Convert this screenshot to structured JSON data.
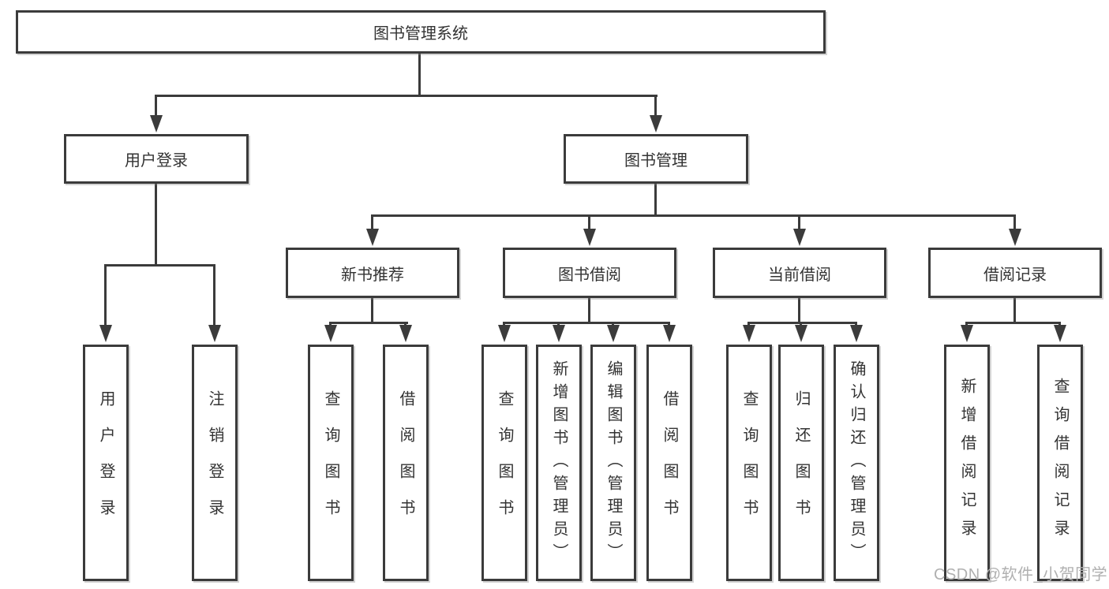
{
  "title": "图书管理系统",
  "branches": {
    "user": {
      "label": "用户登录",
      "leaves": [
        "用户登录",
        "注销登录"
      ]
    },
    "book": {
      "label": "图书管理",
      "sections": [
        {
          "label": "新书推荐",
          "leaves": [
            "查询图书",
            "借阅图书"
          ]
        },
        {
          "label": "图书借阅",
          "leaves": [
            "查询图书",
            "新增图书（管理员）",
            "编辑图书（管理员）",
            "借阅图书"
          ]
        },
        {
          "label": "当前借阅",
          "leaves": [
            "查询图书",
            "归还图书",
            "确认归还（管理员）"
          ]
        },
        {
          "label": "借阅记录",
          "leaves": [
            "新增借阅记录",
            "查询借阅记录"
          ]
        }
      ]
    }
  },
  "watermark": "CSDN @软件_小贺同学",
  "colors": {
    "line": "#3b3b3b",
    "text": "#333333",
    "watermark": "#b0b0b0",
    "background": "#ffffff"
  }
}
